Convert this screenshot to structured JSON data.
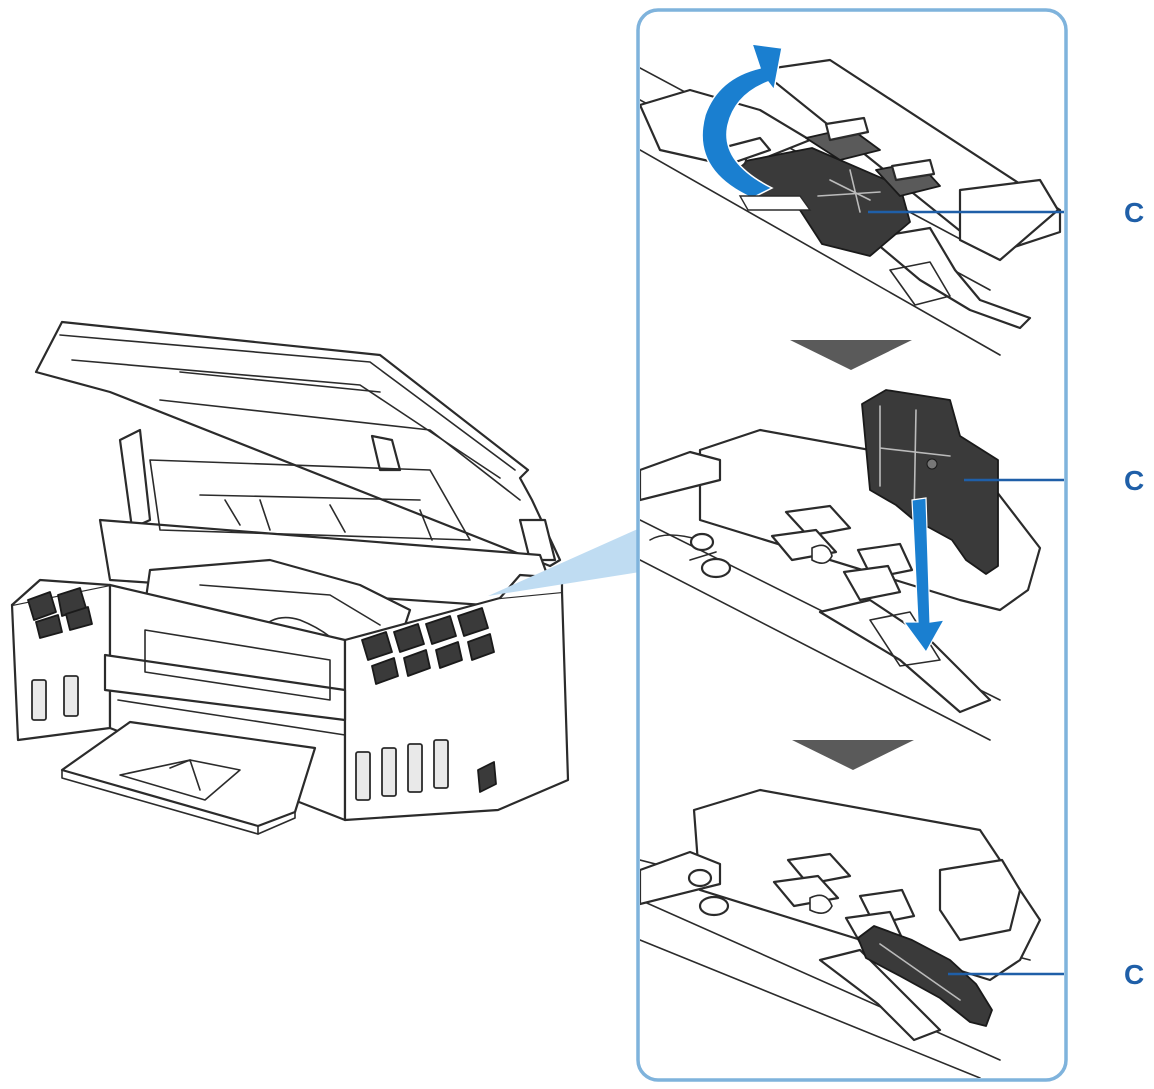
{
  "callouts": [
    {
      "label": "C"
    },
    {
      "label": "C"
    },
    {
      "label": "C"
    }
  ],
  "colors": {
    "panel_border": "#7fb3dc",
    "callout_blue": "#1f5fa8",
    "arrow_blue": "#1a7fd0",
    "step_arrow_grey": "#5a5a5a",
    "cover_dark": "#3a3a3a"
  },
  "icons": {
    "step_arrow": "triangle-down",
    "lift_arrow": "curved-arrow-up",
    "insert_arrow": "arrow-down"
  }
}
